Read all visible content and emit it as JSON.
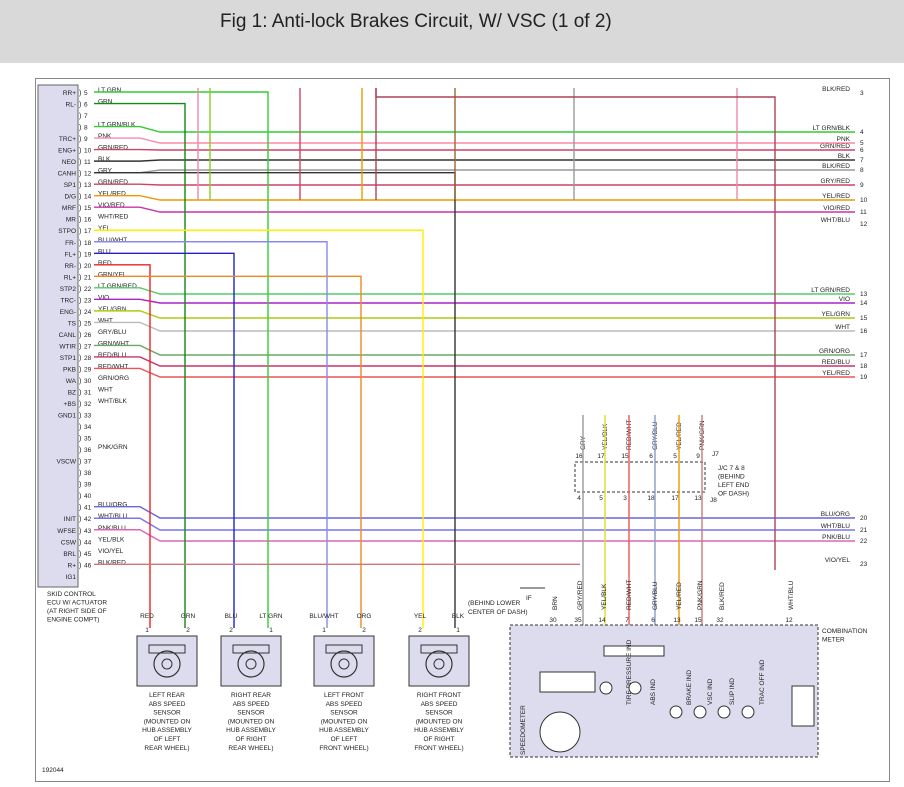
{
  "title": "Fig 1: Anti-lock Brakes Circuit, W/ VSC (1 of 2)",
  "figure_id": "192044",
  "ecu": {
    "label_lines": [
      "SKID CONTROL",
      "ECU W/ ACTUATOR",
      "(AT RIGHT SIDE OF",
      "ENGINE COMPT)"
    ],
    "pins": [
      {
        "n": "5",
        "name": "RR+",
        "wire": "LT GRN",
        "color": "#33cc33"
      },
      {
        "n": "6",
        "name": "RL-",
        "wire": "GRN",
        "color": "#118811"
      },
      {
        "n": "7",
        "name": "",
        "wire": "",
        "color": ""
      },
      {
        "n": "8",
        "name": "",
        "wire": "LT GRN/BLK",
        "color": "#33cc33"
      },
      {
        "n": "9",
        "name": "TRC+",
        "wire": "PNK",
        "color": "#ff88aa"
      },
      {
        "n": "10",
        "name": "ENG+",
        "wire": "GRN/RED",
        "color": "#cc4466"
      },
      {
        "n": "11",
        "name": "NEO",
        "wire": "BLK",
        "color": "#333333"
      },
      {
        "n": "12",
        "name": "CANH",
        "wire": "GRY",
        "color": "#999999"
      },
      {
        "n": "13",
        "name": "SP1",
        "wire": "GRN/RED",
        "color": "#cc4466"
      },
      {
        "n": "14",
        "name": "D/G",
        "wire": "YEL/RED",
        "color": "#ee9900"
      },
      {
        "n": "15",
        "name": "MRF",
        "wire": "VIO/RED",
        "color": "#cc33aa"
      },
      {
        "n": "16",
        "name": "MR",
        "wire": "WHT/RED",
        "color": "#ee88aa"
      },
      {
        "n": "17",
        "name": "STPO",
        "wire": "YEL",
        "color": "#ffee00"
      },
      {
        "n": "18",
        "name": "FR-",
        "wire": "BLU/WHT",
        "color": "#8888ee"
      },
      {
        "n": "19",
        "name": "FL+",
        "wire": "BLU",
        "color": "#2222cc"
      },
      {
        "n": "20",
        "name": "RR-",
        "wire": "RED",
        "color": "#ee2222"
      },
      {
        "n": "21",
        "name": "RL+",
        "wire": "GRN/YEL",
        "color": "#88cc22"
      },
      {
        "n": "22",
        "name": "STP2",
        "wire": "LT GRN/RED",
        "color": "#55cc66"
      },
      {
        "n": "23",
        "name": "TRC-",
        "wire": "VIO",
        "color": "#aa22cc"
      },
      {
        "n": "24",
        "name": "ENG-",
        "wire": "YEL/GRN",
        "color": "#aacc11"
      },
      {
        "n": "25",
        "name": "TS",
        "wire": "WHT",
        "color": "#bbbbbb"
      },
      {
        "n": "26",
        "name": "CANL",
        "wire": "GRY/BLU",
        "color": "#8899cc"
      },
      {
        "n": "27",
        "name": "WTIR",
        "wire": "GRN/WHT",
        "color": "#66aa66"
      },
      {
        "n": "28",
        "name": "STP1",
        "wire": "RED/BLU",
        "color": "#cc3366"
      },
      {
        "n": "29",
        "name": "PKB",
        "wire": "RED/WHT",
        "color": "#ee5555"
      },
      {
        "n": "30",
        "name": "WA",
        "wire": "GRN/ORG",
        "color": "#88aa22"
      },
      {
        "n": "31",
        "name": "BZ",
        "wire": "WHT",
        "color": "#bbbbbb"
      },
      {
        "n": "32",
        "name": "+BS",
        "wire": "WHT/BLK",
        "color": "#999999"
      },
      {
        "n": "33",
        "name": "GND1",
        "wire": "",
        "color": ""
      },
      {
        "n": "34",
        "name": "",
        "wire": "",
        "color": ""
      },
      {
        "n": "35",
        "name": "",
        "wire": "",
        "color": ""
      },
      {
        "n": "36",
        "name": "",
        "wire": "PNK/GRN",
        "color": "#cc7777"
      },
      {
        "n": "37",
        "name": "VSCW",
        "wire": "",
        "color": ""
      },
      {
        "n": "38",
        "name": "",
        "wire": "",
        "color": ""
      },
      {
        "n": "39",
        "name": "",
        "wire": "",
        "color": ""
      },
      {
        "n": "40",
        "name": "",
        "wire": "",
        "color": ""
      },
      {
        "n": "41",
        "name": "",
        "wire": "BLU/ORG",
        "color": "#6666dd"
      },
      {
        "n": "42",
        "name": "INIT",
        "wire": "WHT/BLU",
        "color": "#7777ee"
      },
      {
        "n": "43",
        "name": "WFSE",
        "wire": "PNK/BLU",
        "color": "#dd66bb"
      },
      {
        "n": "44",
        "name": "CSW",
        "wire": "YEL/BLK",
        "color": "#dddd22"
      },
      {
        "n": "45",
        "name": "BRL",
        "wire": "VIO/YEL",
        "color": "#bb44bb"
      },
      {
        "n": "46",
        "name": "R+",
        "wire": "BLK/RED",
        "color": "#aa4455"
      },
      {
        "n": "",
        "name": "IG1",
        "wire": "",
        "color": ""
      }
    ]
  },
  "right_side": [
    {
      "wire": "BLK/RED",
      "n": "3"
    },
    {
      "wire": "LT GRN/BLK",
      "n": "4"
    },
    {
      "wire": "PNK",
      "n": "5"
    },
    {
      "wire": "GRN/RED",
      "n": "6"
    },
    {
      "wire": "BLK",
      "n": "7"
    },
    {
      "wire": "BLK/RED",
      "n": "8"
    },
    {
      "wire": "GRY/RED",
      "n": "9"
    },
    {
      "wire": "YEL/RED",
      "n": "10"
    },
    {
      "wire": "VIO/RED",
      "n": "11"
    },
    {
      "wire": "WHT/BLU",
      "n": "12"
    },
    {
      "wire": "LT GRN/RED",
      "n": "13"
    },
    {
      "wire": "VIO",
      "n": "14"
    },
    {
      "wire": "YEL/GRN",
      "n": "15"
    },
    {
      "wire": "WHT",
      "n": "16"
    },
    {
      "wire": "GRN/ORG",
      "n": "17"
    },
    {
      "wire": "RED/BLU",
      "n": "18"
    },
    {
      "wire": "YEL/RED",
      "n": "19"
    },
    {
      "wire": "BLU/ORG",
      "n": "20"
    },
    {
      "wire": "WHT/BLU",
      "n": "21"
    },
    {
      "wire": "PNK/BLU",
      "n": "22"
    },
    {
      "wire": "VIO/YEL",
      "n": "23"
    }
  ],
  "jc": {
    "label_lines": [
      "J/C 7 & 8",
      "(BEHIND",
      "LEFT END",
      "OF DASH)"
    ],
    "top_tag": "J7",
    "bottom_tag": "J8",
    "top_wires": [
      "GRY",
      "YEL/BLK",
      "RED/WHT",
      "GRY/BLU",
      "YEL/RED",
      "PNK/GRN"
    ],
    "top_pins": [
      "16",
      "17",
      "15",
      "6",
      "5",
      "9"
    ],
    "bottom_pins": [
      "4",
      "5",
      "3",
      "18",
      "17",
      "13"
    ]
  },
  "sensors": [
    {
      "wires": [
        "RED",
        "GRN"
      ],
      "pins": [
        "1",
        "2"
      ],
      "label_lines": [
        "LEFT REAR",
        "ABS SPEED",
        "SENSOR",
        "(MOUNTED ON",
        "HUB ASSEMBLY",
        "OF LEFT",
        "REAR WHEEL)"
      ]
    },
    {
      "wires": [
        "BLU",
        "LT GRN"
      ],
      "pins": [
        "2",
        "1"
      ],
      "label_lines": [
        "RIGHT REAR",
        "ABS SPEED",
        "SENSOR",
        "(MOUNTED ON",
        "HUB ASSEMBLY",
        "OF RIGHT",
        "REAR WHEEL)"
      ]
    },
    {
      "wires": [
        "BLU/WHT",
        "ORG"
      ],
      "pins": [
        "1",
        "2"
      ],
      "label_lines": [
        "LEFT FRONT",
        "ABS SPEED",
        "SENSOR",
        "(MOUNTED ON",
        "HUB ASSEMBLY",
        "OF LEFT",
        "FRONT WHEEL)"
      ]
    },
    {
      "wires": [
        "YEL",
        "BLK"
      ],
      "pins": [
        "2",
        "1"
      ],
      "label_lines": [
        "RIGHT FRONT",
        "ABS SPEED",
        "SENSOR",
        "(MOUNTED ON",
        "HUB ASSEMBLY",
        "OF RIGHT",
        "FRONT WHEEL)"
      ]
    }
  ],
  "ground": {
    "tag": "IF",
    "label_lines": [
      "(BEHIND LOWER",
      "CENTER OF DASH)"
    ]
  },
  "meter": {
    "label_lines": [
      "COMBINATION",
      "METER"
    ],
    "wires": [
      "BRN",
      "GRY/RED",
      "YEL/BLK",
      "RED/WHT",
      "GRY/BLU",
      "YEL/RED",
      "PNK/GRN",
      "BLK/RED",
      "WHT/BLU"
    ],
    "pins": [
      "30",
      "35",
      "14",
      "7",
      "6",
      "13",
      "15",
      "32",
      "12"
    ],
    "indicators": [
      "TIRE PRESSURE IND",
      "ABS IND",
      "BRAKE IND",
      "VSC IND",
      "SLIP IND",
      "TRAC OFF IND"
    ],
    "speedometer": "SPEEDOMETER"
  }
}
